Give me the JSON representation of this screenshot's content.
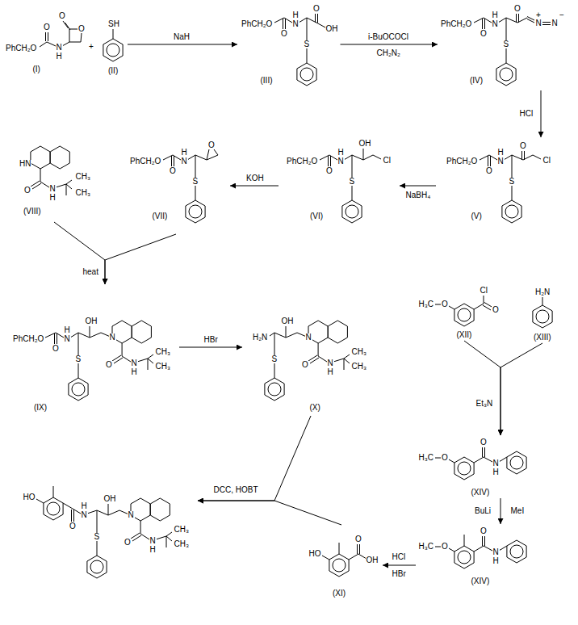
{
  "diagram": {
    "nodes": [
      {
        "text": [
          "PhCH₂O",
          "O",
          "N",
          "H",
          "O",
          "O",
          "(I)"
        ]
      },
      {
        "text": [
          "SH",
          "(II)"
        ]
      },
      {
        "text": [
          "PhCH₂O",
          "O",
          "H",
          "N",
          "O",
          "OH",
          "S",
          "(III)"
        ]
      },
      {
        "text": [
          "PhCH₂O",
          "O",
          "H",
          "N",
          "O",
          "N",
          "+",
          "N",
          "−",
          "S",
          "(IV)"
        ]
      },
      {
        "text": [
          "HN",
          "O",
          "N",
          "H",
          "CH₃",
          "CH₃",
          "(VIII)"
        ]
      },
      {
        "text": [
          "PhCH₂O",
          "O",
          "H",
          "N",
          "O",
          "S",
          "(VII)"
        ]
      },
      {
        "text": [
          "PhCH₂O",
          "O",
          "H",
          "N",
          "OH",
          "Cl",
          "S",
          "(VI)"
        ]
      },
      {
        "text": [
          "PhCH₂O",
          "O",
          "H",
          "N",
          "O",
          "Cl",
          "S",
          "(V)"
        ]
      },
      {
        "text": [
          "OH",
          "PhCH₂O",
          "H",
          "N",
          "O",
          "N",
          "S",
          "O",
          "N",
          "H",
          "CH₃",
          "CH₃",
          "(IX)"
        ]
      },
      {
        "text": [
          "OH",
          "H₂N",
          "N",
          "S",
          "O",
          "N",
          "H",
          "CH₃",
          "CH₃",
          "(X)"
        ]
      },
      {
        "text": [
          "Cl",
          "H₃C",
          "O",
          "O",
          "(XII)"
        ]
      },
      {
        "text": [
          "H₂N",
          "(XIII)"
        ]
      },
      {
        "text": [
          "O",
          "H₃C",
          "O",
          "N",
          "H",
          "(XIV)"
        ]
      },
      {
        "text": [
          "OH",
          "H",
          "HO",
          "N",
          "N",
          "S",
          "O",
          "O",
          "N",
          "H",
          "CH₃",
          "CH₃"
        ]
      },
      {
        "text": [
          "O",
          "HO",
          "OH",
          "(XI)"
        ]
      },
      {
        "text": [
          "O",
          "H₃C",
          "O",
          "N",
          "H",
          "(XIV)"
        ]
      }
    ],
    "edges": [
      {
        "from": 1,
        "to": 2,
        "label": "NaH",
        "arrow": "to"
      },
      {
        "from": 2,
        "to": 3,
        "label": "i-BuOCOCl",
        "arrow": "to"
      },
      {
        "from": 3,
        "to": 7,
        "label": "HCl",
        "arrow": "to"
      },
      {
        "from": 7,
        "to": 6,
        "label": "NaBH₄",
        "arrow": "to"
      },
      {
        "from": 6,
        "to": 5,
        "label": "KOH",
        "arrow": "to"
      },
      {
        "from": 4,
        "to": 8,
        "label": "heat",
        "arrow": "to"
      },
      {
        "from": 5,
        "to": 8,
        "arrow": "to"
      },
      {
        "from": 8,
        "to": 9,
        "label": "HBr",
        "arrow": "to"
      },
      {
        "from": 10,
        "to": 12,
        "label": "Et₃N",
        "arrow": "to"
      },
      {
        "from": 11,
        "to": 12,
        "arrow": "to"
      },
      {
        "from": 12,
        "to": 15,
        "label": "BuLi",
        "arrow": "to"
      },
      {
        "from": 15,
        "to": 14,
        "label": "HCl",
        "arrow": "to"
      },
      {
        "from": 9,
        "to": 13,
        "label": "DCC, HOBT",
        "arrow": "to"
      },
      {
        "from": 14,
        "to": 13,
        "arrow": "to"
      }
    ],
    "labels": [
      "+",
      "CH₂N₂",
      "MeI",
      "HBr"
    ]
  }
}
